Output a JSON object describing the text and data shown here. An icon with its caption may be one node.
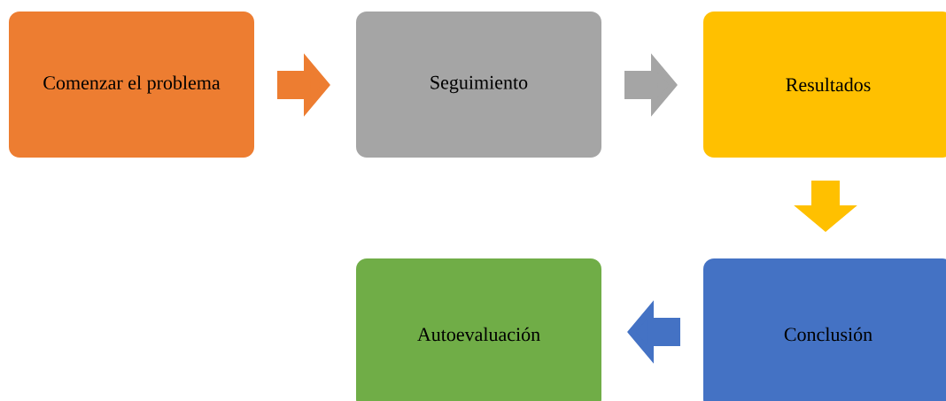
{
  "diagram": {
    "nodes": [
      {
        "text": [
          "Comenzar el problema"
        ]
      },
      {
        "text": [
          "Seguimiento"
        ]
      },
      {
        "text": [
          "Resultados"
        ]
      },
      {
        "text": [
          "Conclusión"
        ]
      },
      {
        "text": [
          "Autoevaluación"
        ]
      }
    ],
    "edges": [
      {
        "from": 0,
        "to": 1,
        "arrow": "to",
        "color": "#ed7d31"
      },
      {
        "from": 1,
        "to": 2,
        "arrow": "to",
        "color": "#a5a5a5"
      },
      {
        "from": 2,
        "to": 3,
        "arrow": "to",
        "color": "#ffc000"
      },
      {
        "from": 3,
        "to": 4,
        "arrow": "to",
        "color": "#4472c4"
      }
    ]
  }
}
